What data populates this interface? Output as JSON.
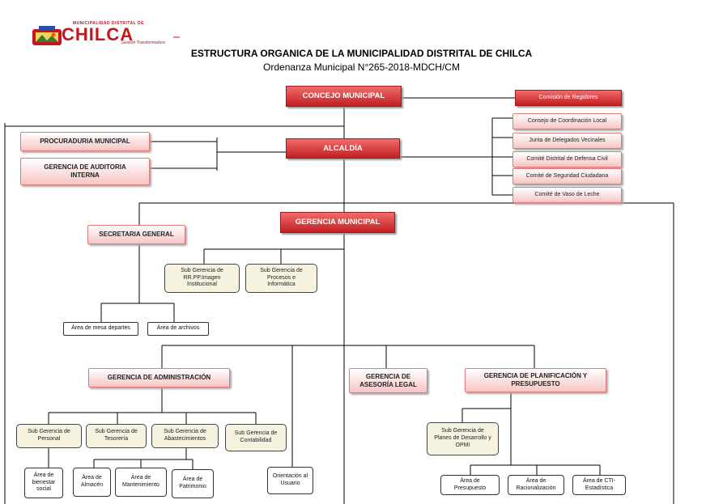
{
  "header": {
    "logo_top": "MUNICIPALIDAD DISTRITAL DE",
    "logo_main": "CHILCA",
    "logo_tagline": "Gestión Transformadora",
    "title": "ESTRUCTURA ORGANICA DE LA MUNICIPALIDAD DISTRITAL DE CHILCA",
    "subtitle": "Ordenanza Municipal N°265-2018-MDCH/CM"
  },
  "nodes": {
    "concejo": "CONCEJO MUNICIPAL",
    "comision": "Comisión de Regidores",
    "consejo_coord": "Consejo de Coordinación Local",
    "junta": "Junta de Delegados Vecinales",
    "comite_defensa": "Comité Distrital de Defensa Civil",
    "comite_seguridad": "Comité de Seguridad Ciudadana",
    "comite_vaso": "Comité de Vaso de Leche",
    "alcaldia": "ALCALDÍA",
    "procuraduria": "PROCURADURIA MUNICIPAL",
    "auditoria": "GERENCIA DE AUDITORIA INTERNA",
    "gerencia_municipal": "GERENCIA MUNICIPAL",
    "secretaria": "SECRETARIA GENERAL",
    "sg_imagen": "Sub Gerencia de RR.PP.Imagen Institucional",
    "sg_procesos": "Sub Gerencia de Procesos e Informática",
    "mesa_partes": "Área de mesa departes",
    "archivos": "Área de archivos",
    "administracion": "GERENCIA DE ADMINISTRACIÓN",
    "asesoria": "GERENCIA DE ASESORÍA LEGAL",
    "planificacion": "GERENCIA DE PLANIFICACIÓN Y PRESUPUESTO",
    "sg_personal": "Sub Gerencia de Personal",
    "sg_tesoreria": "Sub Gerencia de Tesorería",
    "sg_abastecimientos": "Sub Gerencia de Abastecimientos",
    "sg_contabilidad": "Sub Gerencia de Contabilidad",
    "sg_planes": "Sub Gerencia de Planes de Desarrollo y OPMI",
    "bienestar": "Área de bienestar social",
    "almacen": "Área de Almacén",
    "mantenimiento": "Área de Mantenimiento",
    "patrimonio": "Área de Patrimonio",
    "orientacion": "Orientación al Usuario",
    "presupuesto": "Área de Presupuesto",
    "racionalizacion": "Área de Racionalización",
    "cti": "Área de CTI-Estadística"
  },
  "colors": {
    "red_fill_top": "#f26b6b",
    "red_fill_bottom": "#c21f22",
    "pink_fill": "#f8c4c4",
    "cream_fill": "#f6f2e0",
    "line": "#000000"
  }
}
